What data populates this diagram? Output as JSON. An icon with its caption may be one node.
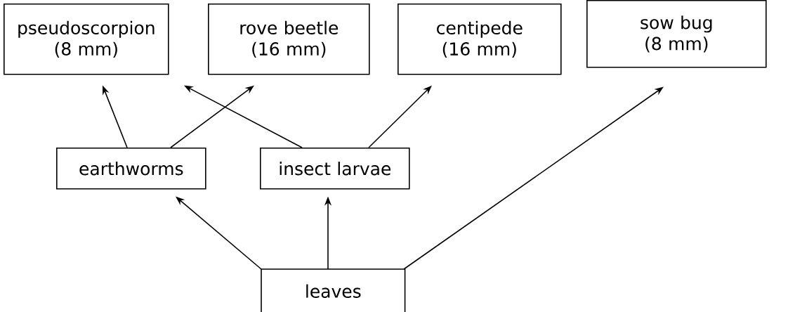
{
  "diagram": {
    "nodes": [
      {
        "text": [
          "pseudoscorpion (8 mm)"
        ]
      },
      {
        "text": [
          "rove beetle (16 mm)"
        ]
      },
      {
        "text": [
          "centipede (16 mm)"
        ]
      },
      {
        "text": [
          "sow bug (8 mm)"
        ]
      },
      {
        "text": [
          "earthworms"
        ]
      },
      {
        "text": [
          "insect larvae"
        ]
      },
      {
        "text": [
          "leaves"
        ]
      }
    ],
    "edges": [
      {
        "from": 4,
        "to": 0,
        "arrow": "to"
      },
      {
        "from": 4,
        "to": 1,
        "arrow": "to"
      },
      {
        "from": 5,
        "to": 0,
        "arrow": "to"
      },
      {
        "from": 5,
        "to": 2,
        "arrow": "to"
      },
      {
        "from": 6,
        "to": 4,
        "arrow": "to"
      },
      {
        "from": 6,
        "to": 5,
        "arrow": "to"
      },
      {
        "from": 6,
        "to": 3,
        "arrow": "to"
      }
    ]
  }
}
